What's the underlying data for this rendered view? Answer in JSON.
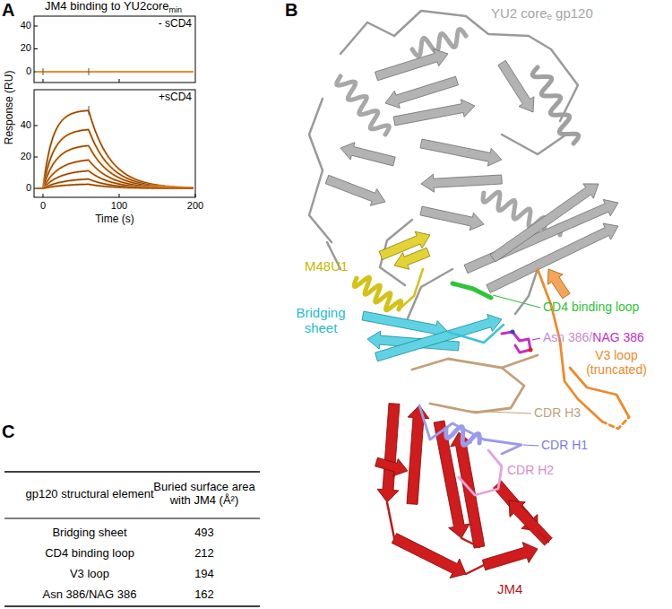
{
  "diagram": {
    "labels": [
      "A",
      "JM4 binding to YU2core",
      "min",
      "- sCD4",
      "+sCD4",
      "40",
      "20",
      "0",
      "40",
      "20",
      "0",
      "Response (RU)",
      "0",
      "100",
      "200",
      "Time (s)",
      "B",
      "YU2 core",
      "e",
      "gp120",
      "M48U1",
      "Bridging sheet",
      "CD4 binding loop",
      "Asn 386/",
      "NAG 386",
      "V3 loop (truncated)",
      "CDR H3",
      "CDR H1",
      "CDR H2",
      "JM4",
      "C",
      "gp120 structural element",
      "Buried surface area with JM4 (Å²)",
      "Bridging sheet",
      "493",
      "CD4 binding loop",
      "212",
      "V3 loop",
      "194",
      "Asn 386/NAG 386",
      "162"
    ]
  }
}
